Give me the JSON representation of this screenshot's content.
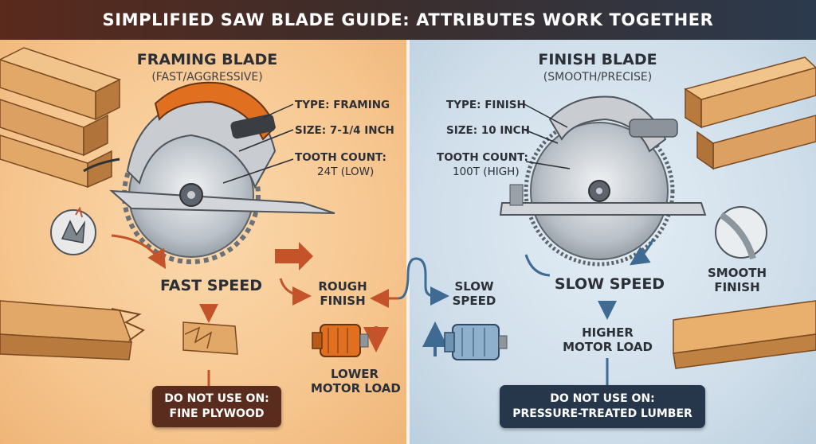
{
  "title": "SIMPLIFIED SAW BLADE GUIDE: ATTRIBUTES WORK TOGETHER",
  "framing": {
    "heading": "FRAMING BLADE",
    "subheading": "(FAST/AGGRESSIVE)",
    "type": "TYPE: FRAMING",
    "size": "SIZE: 7-1/4 INCH",
    "tooth_line1": "TOOTH COUNT:",
    "tooth_line2": "24T (LOW)",
    "speed": "FAST SPEED",
    "finish_line1": "ROUGH",
    "finish_line2": "FINISH",
    "load_line1": "LOWER",
    "load_line2": "MOTOR LOAD",
    "warning_line1": "DO NOT USE ON:",
    "warning_line2": "FINE PLYWOOD"
  },
  "finish": {
    "heading": "FINISH BLADE",
    "subheading": "(SMOOTH/PRECISE)",
    "type": "TYPE: FINISH",
    "size": "SIZE: 10 INCH",
    "tooth_line1": "TOOTH COUNT:",
    "tooth_line2": "100T (HIGH)",
    "speed": "SLOW SPEED",
    "speed_small_line1": "SLOW",
    "speed_small_line2": "SPEED",
    "finish_line1": "SMOOTH",
    "finish_line2": "FINISH",
    "load_line1": "HIGHER",
    "load_line2": "MOTOR LOAD",
    "warning_line1": "DO NOT USE ON:",
    "warning_line2": "PRESSURE-TREATED LUMBER"
  },
  "colors": {
    "framing_accent": "#c4532a",
    "finish_accent": "#3f6b92",
    "saw_orange": "#e0701f"
  }
}
